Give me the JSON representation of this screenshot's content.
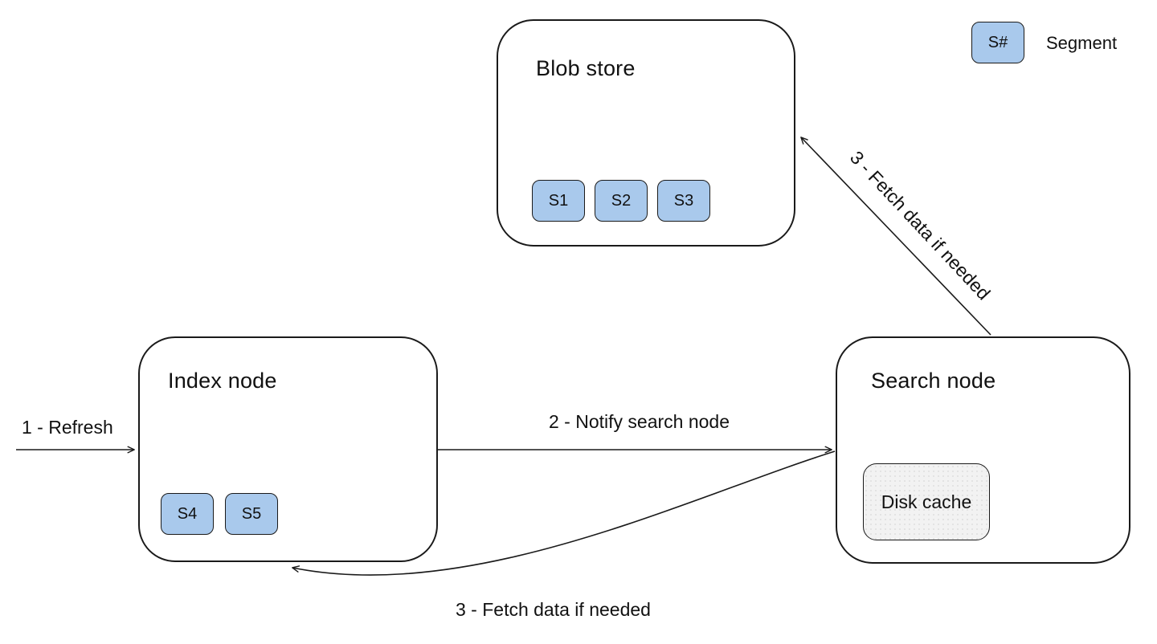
{
  "diagram": {
    "background_color": "#ffffff",
    "stroke_color": "#1a1a1a",
    "segment_fill_color": "#a9c9ec",
    "disk_cache_fill_color": "#f2f2f2"
  },
  "legend": {
    "chip_label": "S#",
    "text": "Segment"
  },
  "nodes": {
    "blob_store": {
      "title": "Blob store",
      "segments": [
        "S1",
        "S2",
        "S3"
      ]
    },
    "index_node": {
      "title": "Index node",
      "segments": [
        "S4",
        "S5"
      ]
    },
    "search_node": {
      "title": "Search node",
      "disk_cache_label": "Disk cache"
    }
  },
  "edges": [
    {
      "id": "refresh",
      "label": "1 - Refresh",
      "from": "external",
      "to": "index_node"
    },
    {
      "id": "notify",
      "label": "2 - Notify search node",
      "from": "index_node",
      "to": "search_node"
    },
    {
      "id": "fetch-blob",
      "label": "3 - Fetch data if needed",
      "from": "search_node",
      "to": "blob_store"
    },
    {
      "id": "fetch-index",
      "label": "3 - Fetch data if needed",
      "from": "search_node",
      "to": "index_node"
    }
  ]
}
